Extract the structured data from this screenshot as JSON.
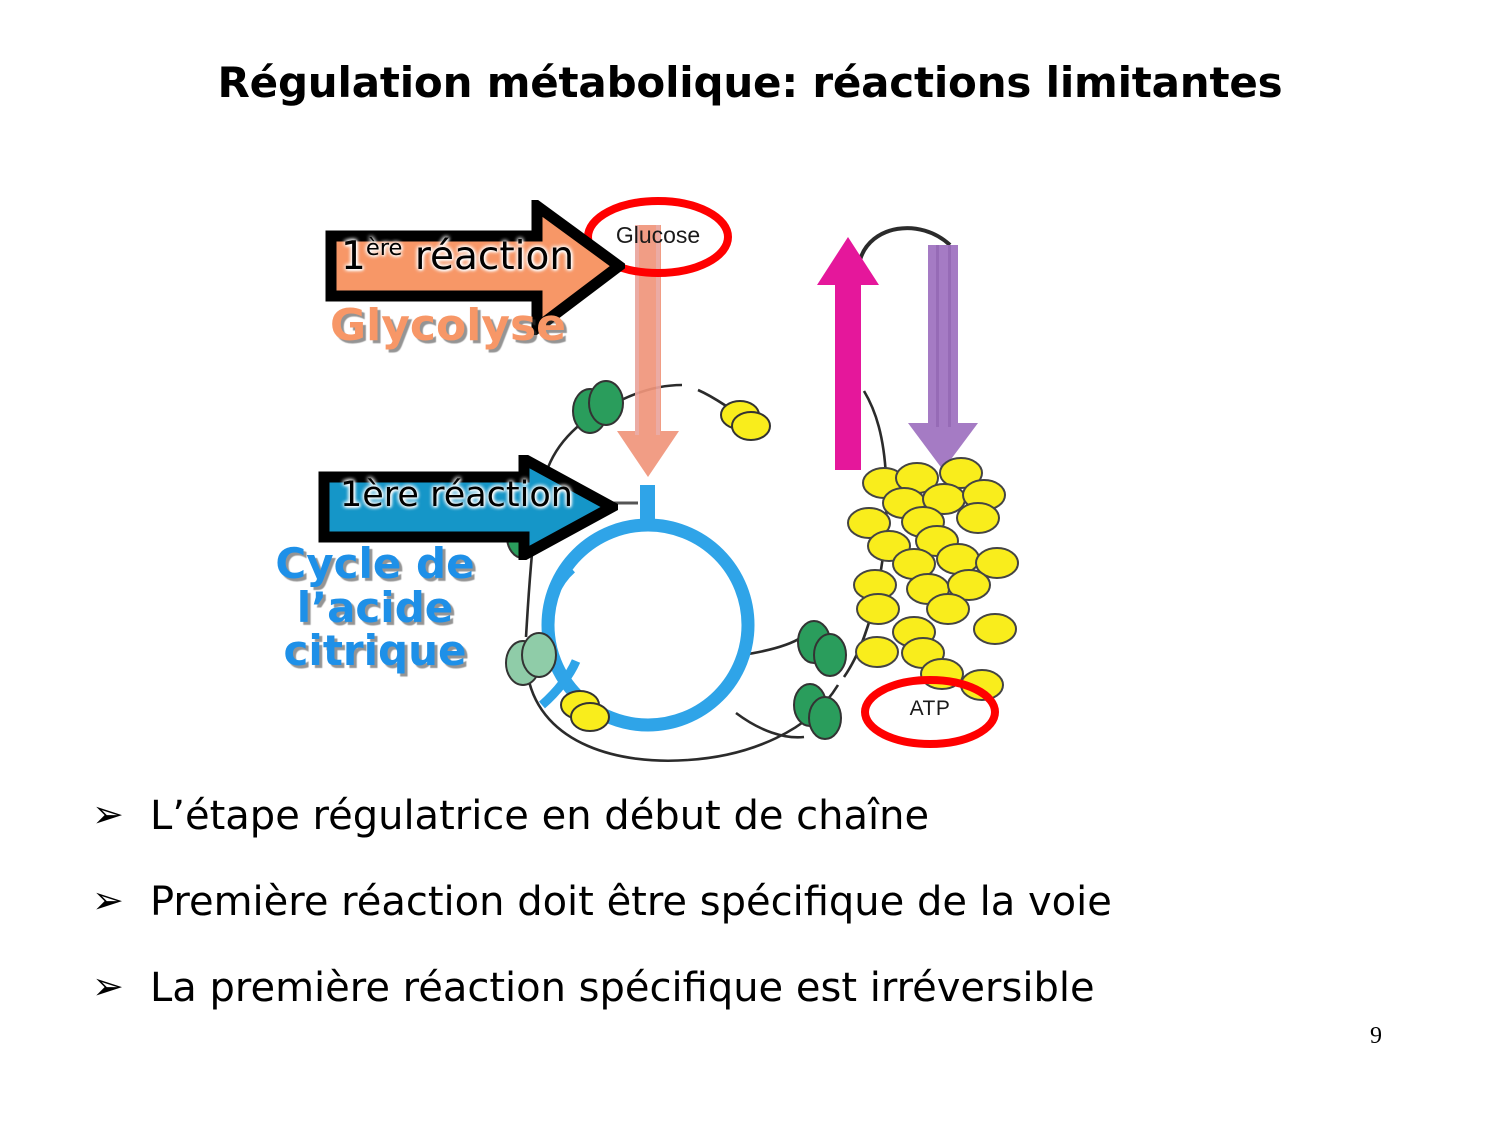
{
  "slide": {
    "title": "Régulation métabolique: réactions limitantes",
    "page_number": "9"
  },
  "figure": {
    "banners": [
      {
        "name": "glycolysis-banner",
        "text_prefix": "1",
        "text_sup": "ère",
        "text_suffix": " réaction",
        "full_text": "1ère réaction",
        "fill": "#F79767",
        "outline": "#000000"
      },
      {
        "name": "citric-banner",
        "full_text": "1ère réaction",
        "fill": "#1596C8",
        "outline": "#000000"
      }
    ],
    "captions": {
      "glycolysis": "Glycolyse",
      "citric_line1": "Cycle de",
      "citric_line2": "l’acide",
      "citric_line3": "citrique"
    },
    "molecules": {
      "glucose": "Glucose",
      "atp": "ATP"
    },
    "colors": {
      "glycolysis_orange": "#F79767",
      "glycolysis_caption": "#F79767",
      "citric_blue": "#1596C8",
      "citric_caption": "#1E90E8",
      "cycle_ring": "#2FA4E8",
      "highlight_ellipse": "#FF0000",
      "magenta_arrow": "#E5179B",
      "purple_arrow": "#A57BC4",
      "atp_dot": "#F9ED1C",
      "green_dark": "#2A9D5C",
      "green_light": "#8FCCA8",
      "yellow_dot": "#F9ED1C"
    }
  },
  "bullets": [
    {
      "marker": "➢",
      "text": "L’étape régulatrice en début de chaîne"
    },
    {
      "marker": "➢",
      "text": "Première réaction doit être spécifique de la voie"
    },
    {
      "marker": "➢",
      "text": "La première réaction spécifique est irréversible"
    }
  ]
}
